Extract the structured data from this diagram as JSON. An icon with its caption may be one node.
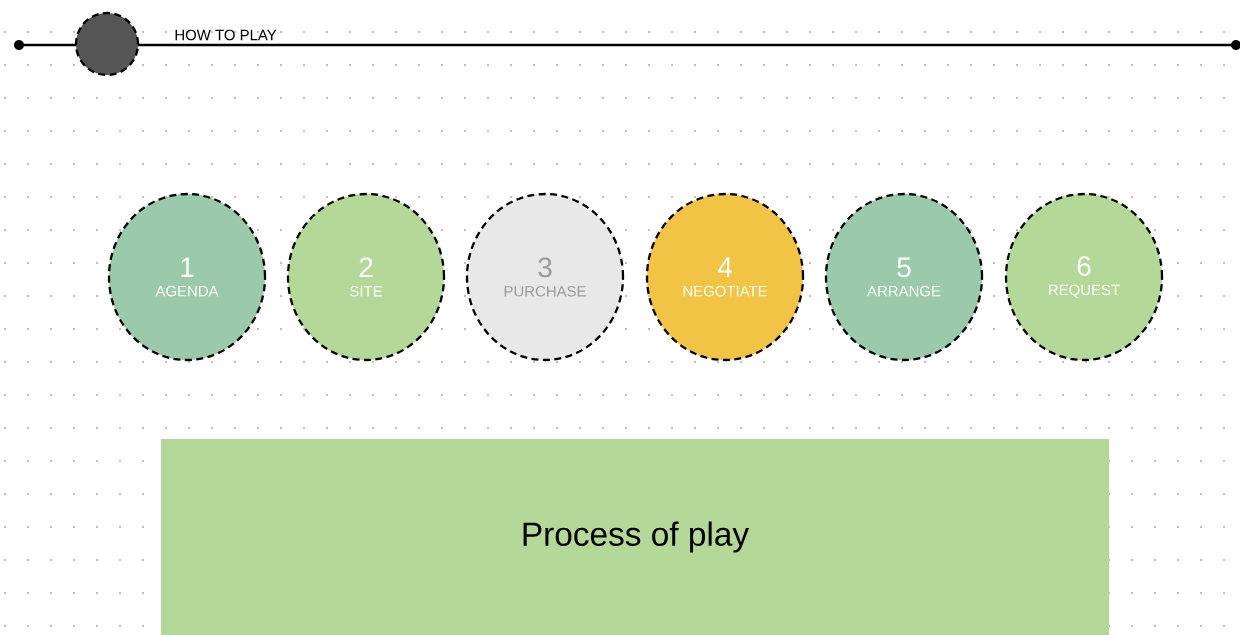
{
  "diagram": {
    "title": "HOW TO PLAY",
    "nodes": [
      {
        "text": [],
        "shape": "circle"
      },
      {
        "text": [
          "1",
          "AGENDA"
        ]
      },
      {
        "text": [
          "2",
          "SITE"
        ]
      },
      {
        "text": [
          "3",
          "PURCHASE"
        ]
      },
      {
        "text": [
          "4",
          "NEGOTIATE"
        ]
      },
      {
        "text": [
          "5",
          "ARRANGE"
        ]
      },
      {
        "text": [
          "6",
          "REQUEST"
        ]
      },
      {
        "text": [
          "Process of play"
        ]
      }
    ]
  }
}
